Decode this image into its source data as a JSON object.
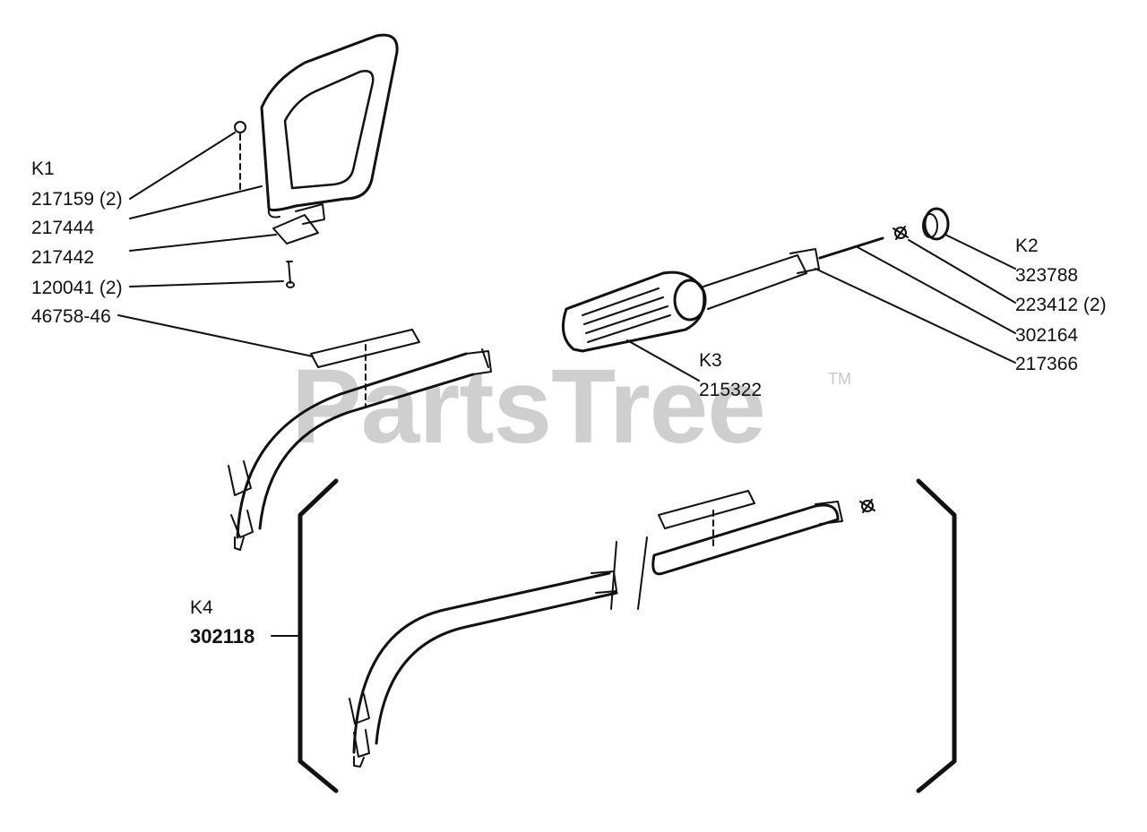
{
  "watermark": {
    "text": "PartsTree",
    "tm": "TM"
  },
  "kits": {
    "k1": {
      "label": "K1",
      "parts": [
        "217159 (2)",
        "217444",
        "217442",
        "120041 (2)",
        "46758-46"
      ]
    },
    "k2": {
      "label": "K2",
      "parts": [
        "323788",
        "223412 (2)",
        "302164",
        "217366"
      ]
    },
    "k3": {
      "label": "K3",
      "part": "215322"
    },
    "k4": {
      "label": "K4",
      "part": "302118"
    }
  },
  "colors": {
    "line": "#111111",
    "watermark": "#cfcfcf",
    "background": "#ffffff"
  }
}
